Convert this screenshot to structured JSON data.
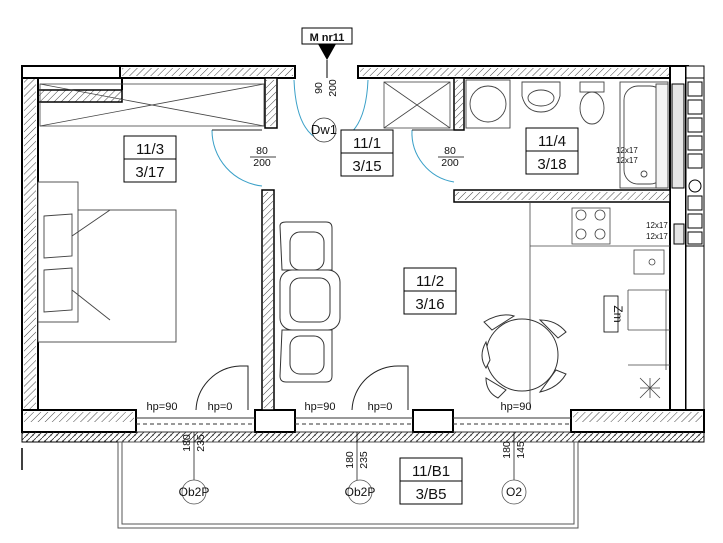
{
  "title_tag": "M nr11",
  "rooms": [
    {
      "id": "room-11-3",
      "code": "11/3",
      "area": "3/17"
    },
    {
      "id": "room-11-1",
      "code": "11/1",
      "area": "3/15"
    },
    {
      "id": "room-11-4",
      "code": "11/4",
      "area": "3/18"
    },
    {
      "id": "room-11-2",
      "code": "11/2",
      "area": "3/16"
    },
    {
      "id": "room-11-b1",
      "code": "11/B1",
      "area": "3/B5"
    }
  ],
  "door_tag": "Dw1",
  "zm_label": "Zm",
  "dims": {
    "entry_w": "90",
    "entry_h": "200",
    "door_left_w": "80",
    "door_left_h": "200",
    "door_bath_w": "80",
    "door_bath_h": "200",
    "hp_1": "hp=90",
    "hp_2": "hp=0",
    "hp_3": "hp=90",
    "hp_4": "hp=0",
    "hp_5": "hp=90",
    "win_1_a": "180",
    "win_1_b": "235",
    "win_2_a": "180",
    "win_2_b": "235",
    "win_3_a": "180",
    "win_3_b": "145"
  },
  "vents": [
    "12x17",
    "12x17",
    "12x17",
    "12x17"
  ],
  "window_tags": [
    "Ob2P",
    "Ob2P",
    "O2"
  ],
  "colors": {
    "wall": "#000000",
    "hatch": "#555555",
    "door": "#3aa0c8"
  }
}
